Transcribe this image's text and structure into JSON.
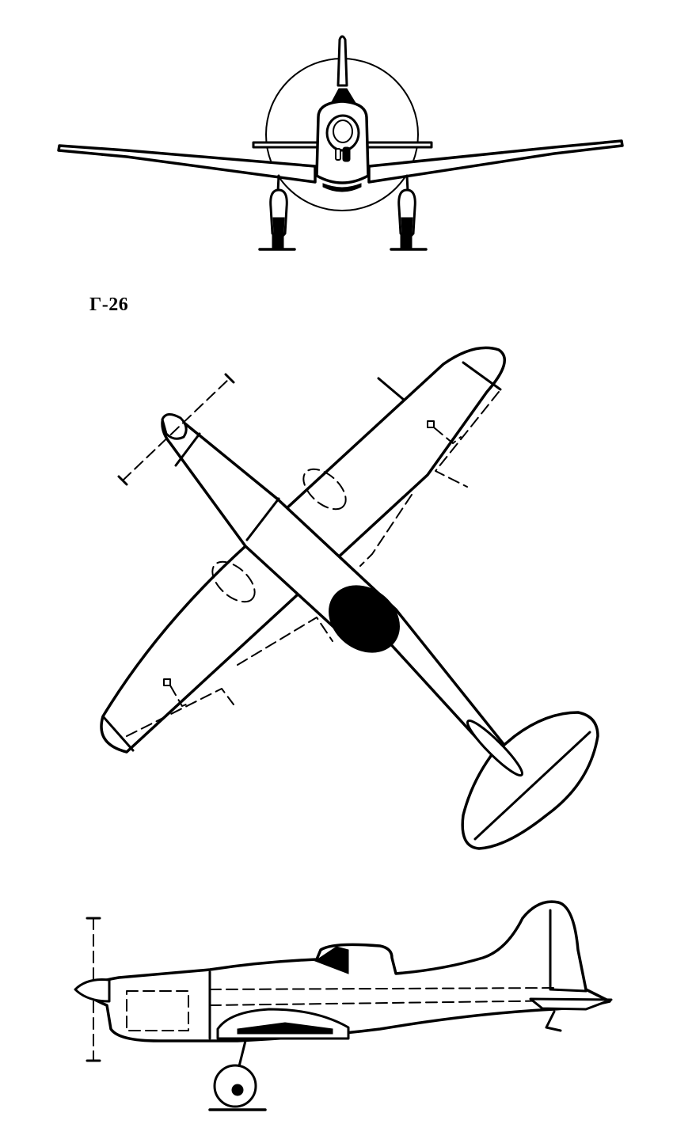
{
  "drawing": {
    "title": "Г-26",
    "views": [
      {
        "name": "front-view"
      },
      {
        "name": "top-view"
      },
      {
        "name": "side-view"
      }
    ]
  },
  "colors": {
    "ink": "#000000",
    "paper": "#ffffff"
  }
}
